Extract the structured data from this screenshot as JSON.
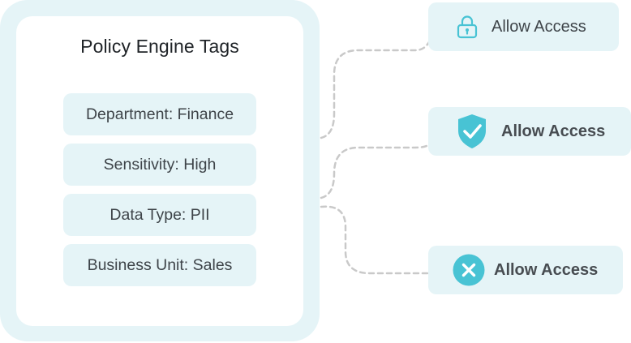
{
  "panel": {
    "title": "Policy Engine Tags",
    "tags": [
      "Department: Finance",
      "Sensitivity: High",
      "Data Type: PII",
      "Business Unit: Sales"
    ]
  },
  "outcomes": [
    {
      "label": "Allow Access",
      "icon": "lock-icon"
    },
    {
      "label": "Allow Access",
      "icon": "shield-check-icon"
    },
    {
      "label": "Allow Access",
      "icon": "x-circle-icon"
    }
  ],
  "colors": {
    "panel_bg": "#e5f4f7",
    "accent": "#48c3d4",
    "connector": "#c9c9c9",
    "text": "#3e4449"
  }
}
